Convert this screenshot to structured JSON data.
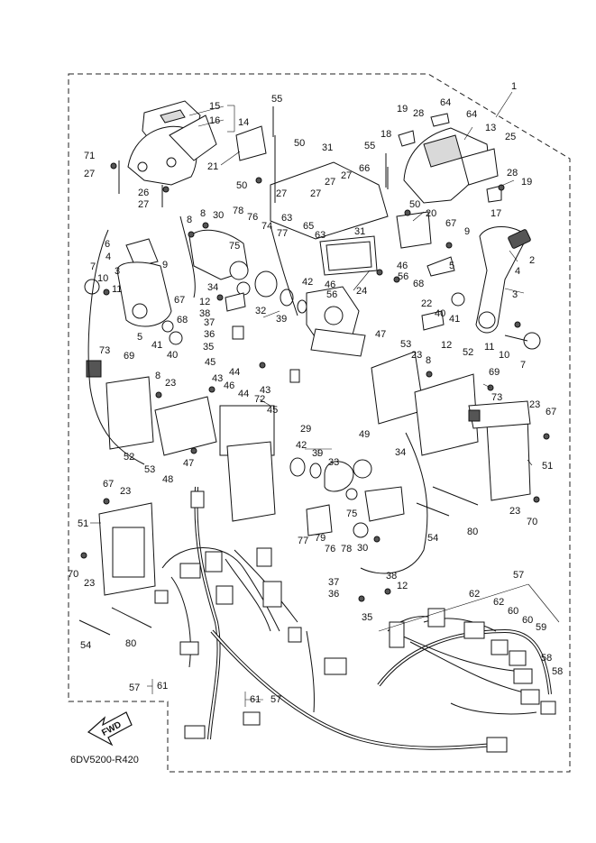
{
  "footer": {
    "code": "6DV5200-R420"
  },
  "fwd_badge": {
    "text": "FWD"
  },
  "callouts": {
    "c1": "1",
    "c2": "2",
    "c3a": "3",
    "c3b": "3",
    "c4a": "4",
    "c4b": "4",
    "c5a": "5",
    "c5b": "5",
    "c6": "6",
    "c7a": "7",
    "c7b": "7",
    "c8a": "8",
    "c8b": "8",
    "c8c": "8",
    "c8d": "8",
    "c9a": "9",
    "c9b": "9",
    "c10a": "10",
    "c10b": "10",
    "c11a": "11",
    "c11b": "11",
    "c12a": "12",
    "c12b": "12",
    "c12c": "12",
    "c13": "13",
    "c14": "14",
    "c15": "15",
    "c16": "16",
    "c17": "17",
    "c18": "18",
    "c19a": "19",
    "c19b": "19",
    "c20": "20",
    "c21": "21",
    "c22": "22",
    "c23a": "23",
    "c23b": "23",
    "c23c": "23",
    "c23d": "23",
    "c23e": "23",
    "c23f": "23",
    "c24": "24",
    "c25": "25",
    "c26": "26",
    "c27a": "27",
    "c27b": "27",
    "c27c": "27",
    "c27d": "27",
    "c27e": "27",
    "c27f": "27",
    "c28a": "28",
    "c28b": "28",
    "c29": "29",
    "c30a": "30",
    "c30b": "30",
    "c31a": "31",
    "c31b": "31",
    "c32": "32",
    "c33": "33",
    "c34a": "34",
    "c34b": "34",
    "c35a": "35",
    "c35b": "35",
    "c36a": "36",
    "c36b": "36",
    "c37a": "37",
    "c37b": "37",
    "c38a": "38",
    "c38b": "38",
    "c39a": "39",
    "c39b": "39",
    "c40a": "40",
    "c40b": "40",
    "c41a": "41",
    "c41b": "41",
    "c42a": "42",
    "c42b": "42",
    "c43a": "43",
    "c43b": "43",
    "c44a": "44",
    "c44b": "44",
    "c45a": "45",
    "c45b": "45",
    "c46a": "46",
    "c46b": "46",
    "c46c": "46",
    "c47a": "47",
    "c47b": "47",
    "c48": "48",
    "c49": "49",
    "c50a": "50",
    "c50b": "50",
    "c50c": "50",
    "c51a": "51",
    "c51b": "51",
    "c52a": "52",
    "c52b": "52",
    "c53a": "53",
    "c53b": "53",
    "c54a": "54",
    "c54b": "54",
    "c55a": "55",
    "c55b": "55",
    "c56a": "56",
    "c56b": "56",
    "c57a": "57",
    "c57b": "57",
    "c57c": "57",
    "c58a": "58",
    "c58b": "58",
    "c59": "59",
    "c60a": "60",
    "c60b": "60",
    "c61a": "61",
    "c61b": "61",
    "c62a": "62",
    "c62b": "62",
    "c63a": "63",
    "c63b": "63",
    "c64a": "64",
    "c64b": "64",
    "c65": "65",
    "c66": "66",
    "c67a": "67",
    "c67b": "67",
    "c67c": "67",
    "c67d": "67",
    "c68a": "68",
    "c68b": "68",
    "c69a": "69",
    "c69b": "69",
    "c70a": "70",
    "c70b": "70",
    "c71": "71",
    "c72": "72",
    "c73a": "73",
    "c73b": "73",
    "c74": "74",
    "c75a": "75",
    "c75b": "75",
    "c76a": "76",
    "c76b": "76",
    "c77a": "77",
    "c77b": "77",
    "c78a": "78",
    "c78b": "78",
    "c79": "79",
    "c80a": "80",
    "c80b": "80"
  }
}
